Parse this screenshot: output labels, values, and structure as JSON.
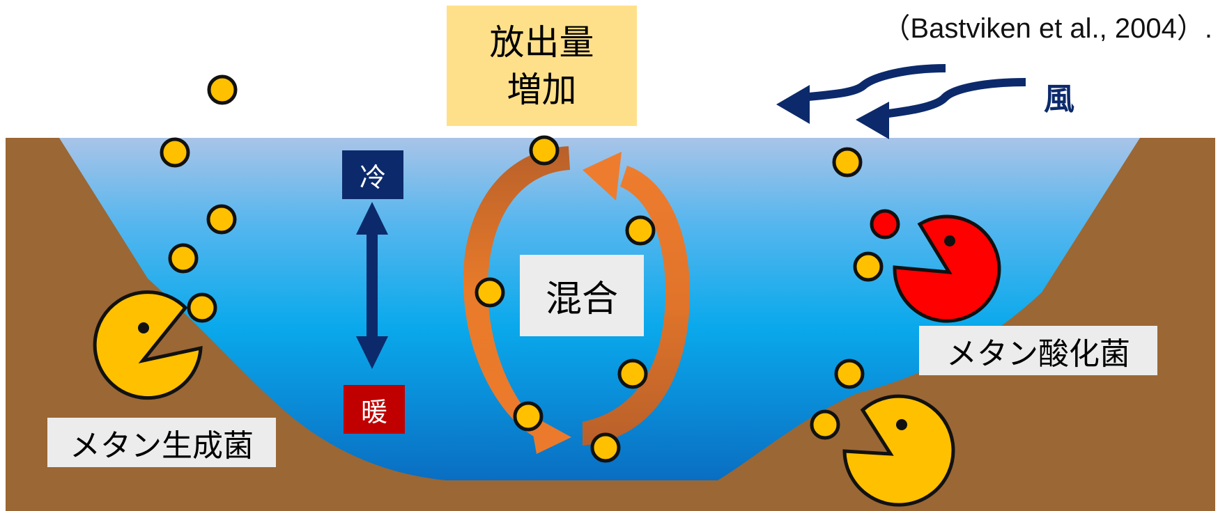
{
  "citation": "（Bastviken et al., 2004）.",
  "emission_label": {
    "line1": "放出量",
    "line2": "増加"
  },
  "mixing_label": "混合",
  "temperature": {
    "cold": "冷",
    "warm": "暖"
  },
  "methanogen_label": "メタン生成菌",
  "methanotroph_label": "メタン酸化菌",
  "wind_label": "風",
  "colors": {
    "sediment": "#9b6734",
    "water_top": "#a6c3e8",
    "water_mid": "#10a8ec",
    "water_bottom": "#0b6fc2",
    "methane_bubble": "#ffc000",
    "oxidized_bubble": "#ff0000",
    "mixing_arrow": "#e87a2a",
    "label_dark_blue": "#0c2a6b",
    "warm_red": "#c00000",
    "emission_box": "#ffe08a"
  }
}
